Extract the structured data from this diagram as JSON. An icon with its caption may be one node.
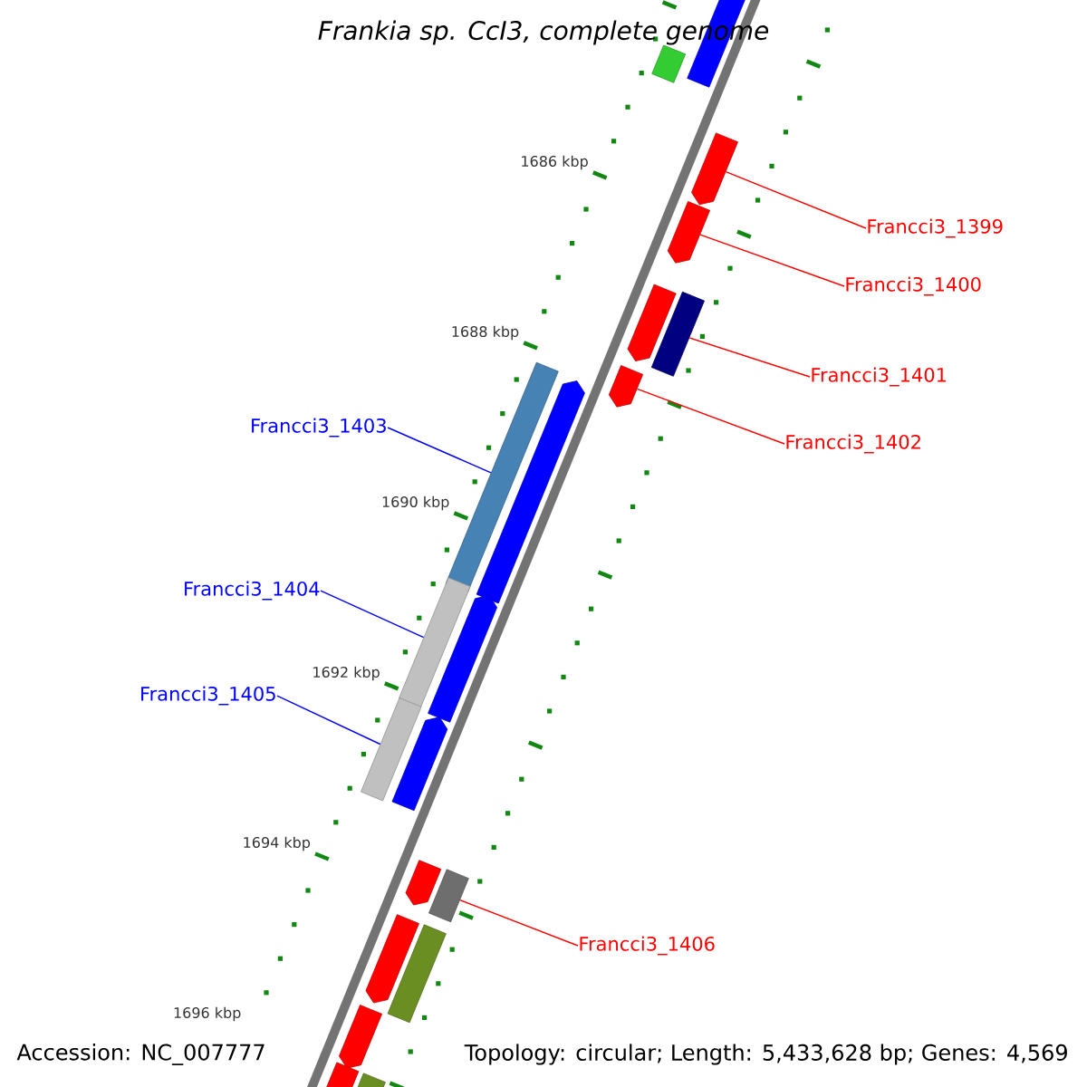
{
  "diagram": {
    "title": "*Frankia sp. CcI3, complete genome*",
    "nodes": [
      {
        "text": [
          "Francci3_1399"
        ]
      },
      {
        "text": [
          "Francci3_1400"
        ]
      },
      {
        "text": [
          "Francci3_1401"
        ]
      },
      {
        "text": [
          "Francci3_1402"
        ]
      },
      {
        "text": [
          "Francci3_1403"
        ]
      },
      {
        "text": [
          "Francci3_1404"
        ]
      },
      {
        "text": [
          "Francci3_1405"
        ]
      },
      {
        "text": [
          "Francci3_1406"
        ]
      },
      {
        "text": [],
        "shape": "bar"
      },
      {
        "text": [],
        "shape": "bar"
      },
      {
        "text": [],
        "shape": "arrow"
      },
      {
        "text": [],
        "shape": "arrow"
      },
      {
        "text": [],
        "shape": "arrow"
      },
      {
        "text": [],
        "shape": "bar"
      },
      {
        "text": [],
        "shape": "arrow"
      },
      {
        "text": [],
        "shape": "bar"
      },
      {
        "text": [],
        "shape": "arrow"
      },
      {
        "text": [],
        "shape": "bar"
      },
      {
        "text": [],
        "shape": "arrow"
      },
      {
        "text": [],
        "shape": "bar"
      },
      {
        "text": [],
        "shape": "arrow"
      },
      {
        "text": [],
        "shape": "arrow"
      },
      {
        "text": [],
        "shape": "bar"
      },
      {
        "text": [],
        "shape": "arrow"
      },
      {
        "text": [],
        "shape": "bar"
      },
      {
        "text": [],
        "shape": "arrow"
      },
      {
        "text": [],
        "shape": "arrow"
      },
      {
        "text": [],
        "shape": "bar"
      }
    ],
    "edges": [
      {
        "from": 0,
        "to": 10,
        "arrow": "none"
      },
      {
        "from": 1,
        "to": 11,
        "arrow": "none"
      },
      {
        "from": 2,
        "to": 13,
        "arrow": "none"
      },
      {
        "from": 3,
        "to": 14,
        "arrow": "none"
      },
      {
        "from": 4,
        "to": 15,
        "arrow": "none",
        "color": "#0000ff"
      },
      {
        "from": 5,
        "to": 17,
        "arrow": "none",
        "color": "#0000ff"
      },
      {
        "from": 6,
        "to": 19,
        "arrow": "none",
        "color": "#0000ff"
      },
      {
        "from": 7,
        "to": 22,
        "arrow": "none"
      }
    ],
    "labels": [
      "1686 kbp",
      "1688 kbp",
      "1690 kbp",
      "1692 kbp",
      "1694 kbp",
      "1696 kbp",
      "Accession: NC_007777",
      "Topology: circular; Length: 5,433,628 bp; Genes: 4,569"
    ]
  }
}
